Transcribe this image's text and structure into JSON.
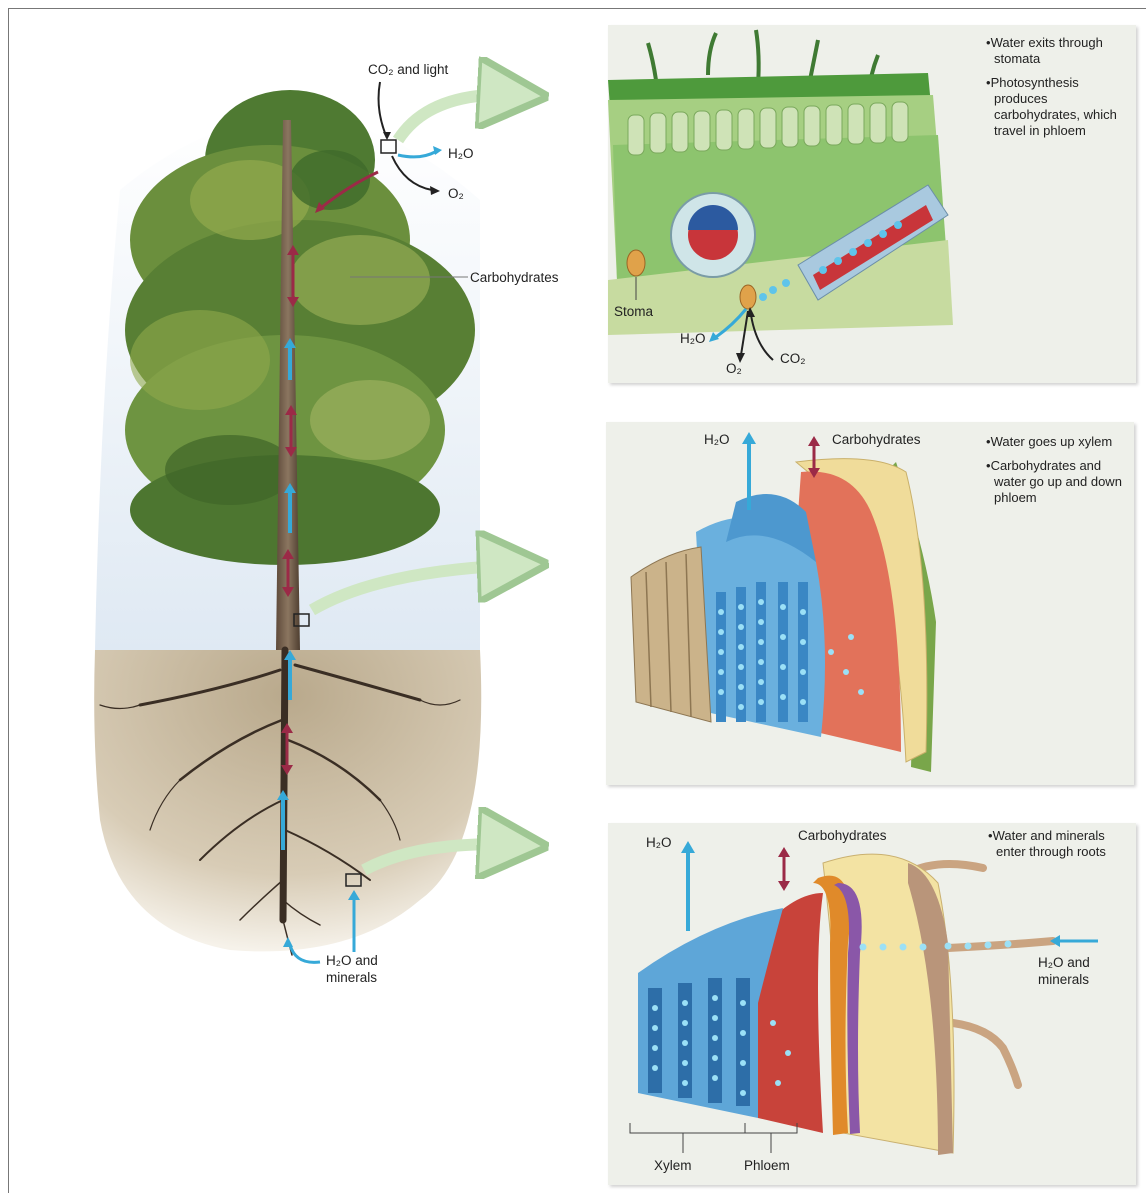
{
  "tree_labels": {
    "co2_light": "CO₂ and light",
    "h2o_leaf": "H₂O",
    "o2_leaf": "O₂",
    "carbohydrates": "Carbohydrates",
    "h2o_minerals_line1": "H₂O and",
    "h2o_minerals_line2": "minerals"
  },
  "leaf_panel": {
    "notes": [
      "Water exits through stomata",
      "Photosynthesis produces carbohydrates, which travel in phloem"
    ],
    "stoma": "Stoma",
    "h2o": "H₂O",
    "o2": "O₂",
    "co2": "CO₂"
  },
  "stem_panel": {
    "h2o": "H₂O",
    "carbohydrates": "Carbohydrates",
    "notes": [
      "Water goes up xylem",
      "Carbohydrates and water go up and down phloem"
    ]
  },
  "root_panel": {
    "h2o": "H₂O",
    "carbohydrates": "Carbohydrates",
    "notes": [
      "Water and minerals enter through roots"
    ],
    "h2o_minerals_line1": "H₂O and",
    "h2o_minerals_line2": "minerals",
    "xylem": "Xylem",
    "phloem": "Phloem"
  },
  "colors": {
    "water_arrow": "#36a9d8",
    "carbohydrate_arrow": "#9b2a47",
    "callout_arrow": "#cfe7c3",
    "panel_bg": "#eef0ea"
  }
}
